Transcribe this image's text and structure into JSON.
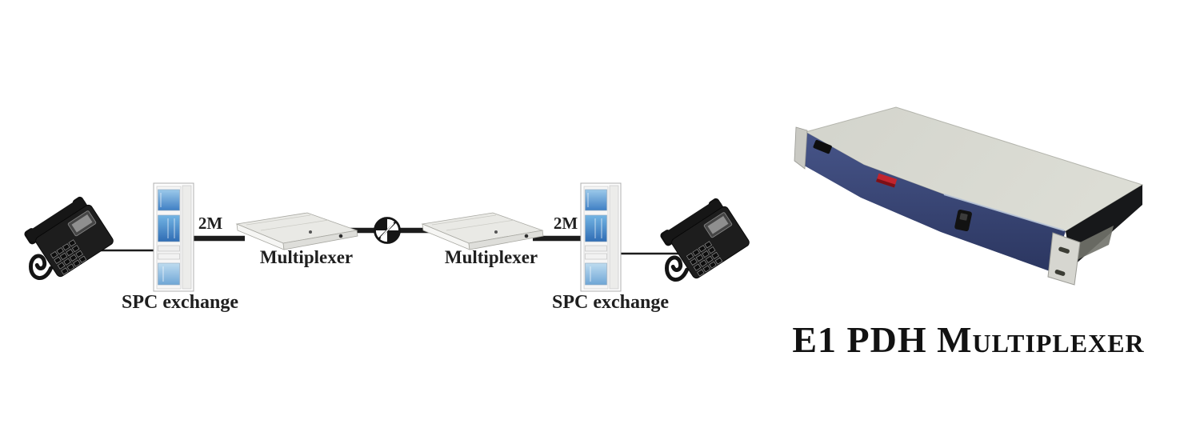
{
  "figure": {
    "network_diagram": {
      "nodes": {
        "phone_left": {
          "icon": "telephone-icon"
        },
        "spc_exchange_left": {
          "label": "SPC exchange",
          "icon": "rack-cabinet-icon"
        },
        "multiplexer_left": {
          "label": "Multiplexer",
          "icon": "multiplexer-device-icon"
        },
        "network_link": {
          "icon": "crossed-circle-network-icon"
        },
        "multiplexer_right": {
          "label": "Multiplexer",
          "icon": "multiplexer-device-icon"
        },
        "spc_exchange_right": {
          "label": "SPC exchange",
          "icon": "rack-cabinet-icon"
        },
        "phone_right": {
          "icon": "telephone-icon"
        }
      },
      "links": {
        "left_2m": {
          "label": "2M"
        },
        "right_2m": {
          "label": "2M"
        }
      }
    },
    "product": {
      "caption": "E1 PDH Multiplexer",
      "photo": {
        "chassis_color": "#d7d8d0",
        "front_panel_color": "#3b4878",
        "side_color": "#17181a",
        "bracket_color": "#d6d6d0",
        "accent_red": "#c2242e"
      }
    }
  }
}
